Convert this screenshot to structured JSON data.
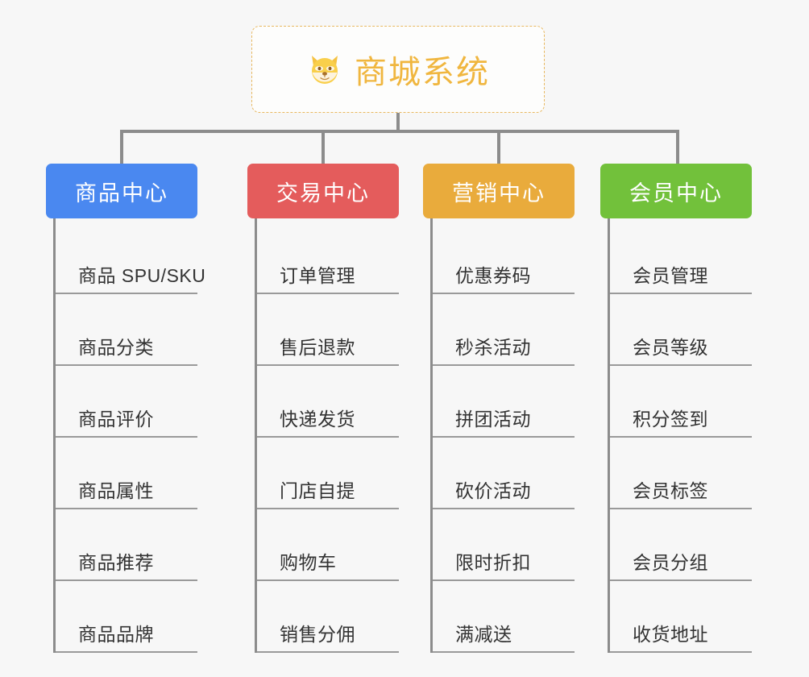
{
  "root": {
    "title": "商城系统",
    "icon": "shiba-dog-emoji",
    "title_color": "#f0b63f",
    "border_color": "#e8b860"
  },
  "connector_color": "#8c8c8c",
  "branches": [
    {
      "label": "商品中心",
      "color": "#4a88f0",
      "items": [
        "商品 SPU/SKU",
        "商品分类",
        "商品评价",
        "商品属性",
        "商品推荐",
        "商品品牌"
      ]
    },
    {
      "label": "交易中心",
      "color": "#e45c5c",
      "items": [
        "订单管理",
        "售后退款",
        "快递发货",
        "门店自提",
        "购物车",
        "销售分佣"
      ]
    },
    {
      "label": "营销中心",
      "color": "#e9ab3c",
      "items": [
        "优惠券码",
        "秒杀活动",
        "拼团活动",
        "砍价活动",
        "限时折扣",
        "满减送"
      ]
    },
    {
      "label": "会员中心",
      "color": "#72c13b",
      "items": [
        "会员管理",
        "会员等级",
        "积分签到",
        "会员标签",
        "会员分组",
        "收货地址"
      ]
    }
  ]
}
